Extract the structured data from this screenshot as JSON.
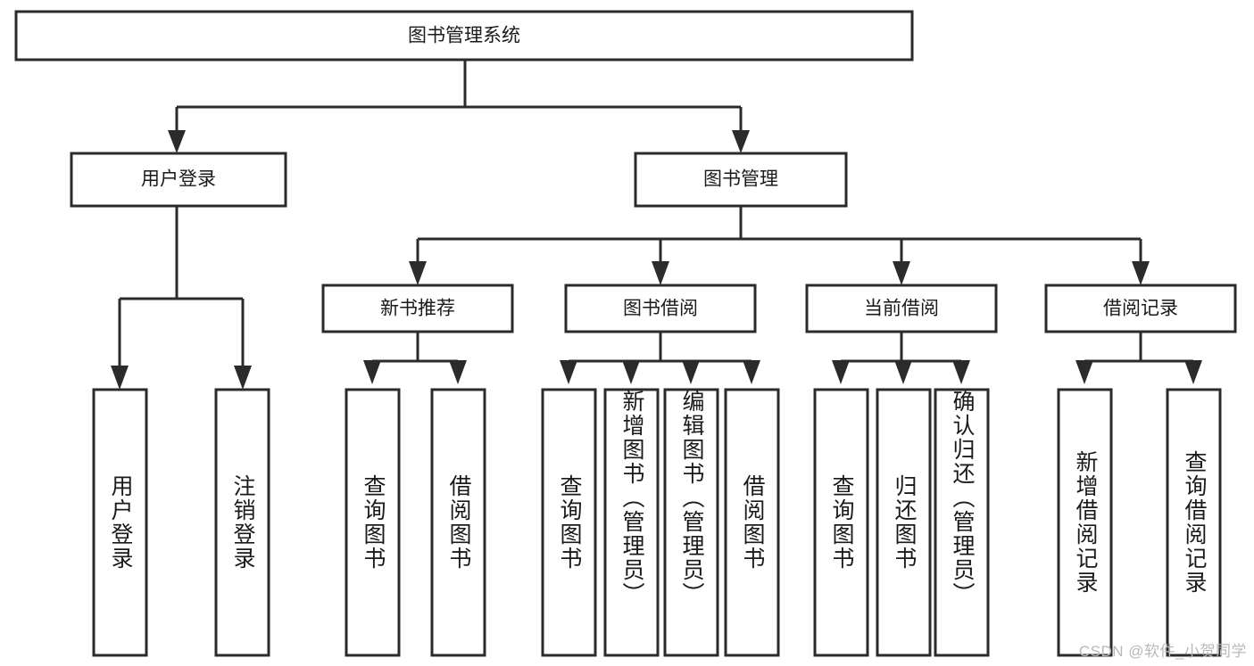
{
  "diagram": {
    "title": "图书管理系统",
    "type": "tree-hierarchy-diagram",
    "colors": {
      "stroke": "#2b2b2b",
      "fill": "#ffffff",
      "text": "#1a1a1a",
      "watermark": "#b9b9b9"
    },
    "root": {
      "label": "图书管理系统"
    },
    "level1": [
      {
        "label": "用户登录"
      },
      {
        "label": "图书管理"
      }
    ],
    "level2": [
      {
        "label": "新书推荐"
      },
      {
        "label": "图书借阅"
      },
      {
        "label": "当前借阅"
      },
      {
        "label": "借阅记录"
      }
    ],
    "leaves": {
      "user_login": [
        {
          "label": "用户登录"
        },
        {
          "label": "注销登录"
        }
      ],
      "new_book_recommend": [
        {
          "label": "查询图书"
        },
        {
          "label": "借阅图书"
        }
      ],
      "book_borrow": [
        {
          "label": "查询图书"
        },
        {
          "label": "新增图书（管理员）"
        },
        {
          "label": "编辑图书（管理员）"
        },
        {
          "label": "借阅图书"
        }
      ],
      "current_borrow": [
        {
          "label": "查询图书"
        },
        {
          "label": "归还图书"
        },
        {
          "label": "确认归还（管理员）"
        }
      ],
      "borrow_record": [
        {
          "label": "新增借阅记录"
        },
        {
          "label": "查询借阅记录"
        }
      ]
    }
  },
  "watermark": {
    "text": "CSDN @软件_小贺同学"
  }
}
